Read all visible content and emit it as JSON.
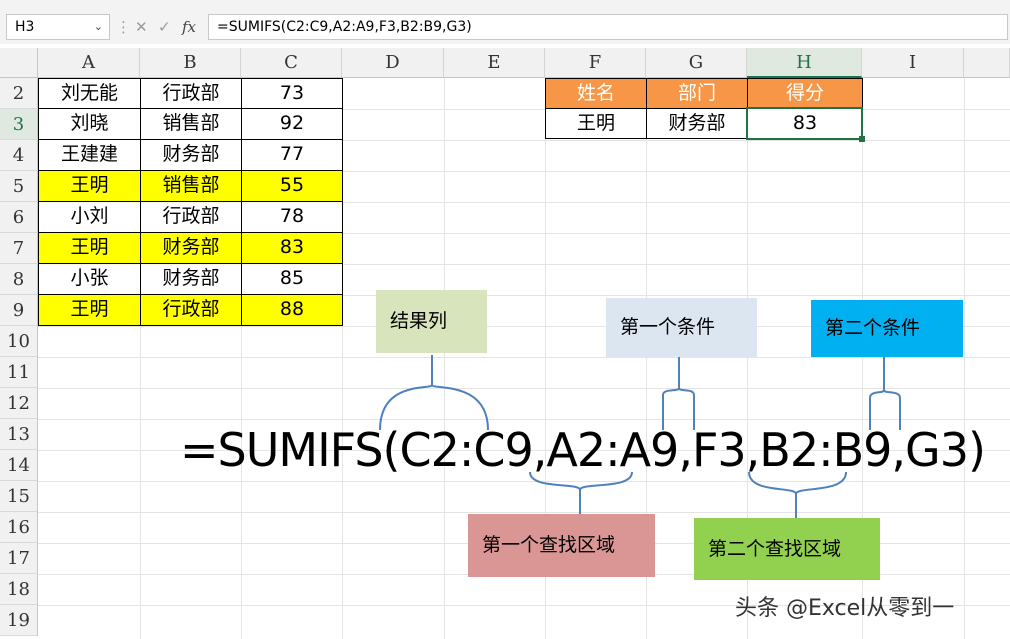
{
  "formula_bar": {
    "name_box": "H3",
    "cancel_icon": "✕",
    "enter_icon": "✓",
    "fx_icon": "fx",
    "formula": "=SUMIFS(C2:C9,A2:A9,F3,B2:B9,G3)"
  },
  "columns": [
    "A",
    "B",
    "C",
    "D",
    "E",
    "F",
    "G",
    "H",
    "I"
  ],
  "rows": [
    "2",
    "3",
    "4",
    "5",
    "6",
    "7",
    "8",
    "9",
    "10",
    "11",
    "12",
    "13",
    "14",
    "15",
    "16",
    "17",
    "18",
    "19"
  ],
  "table": [
    {
      "name": "刘无能",
      "dept": "行政部",
      "score": "73",
      "highlight": false
    },
    {
      "name": "刘晓",
      "dept": "销售部",
      "score": "92",
      "highlight": false
    },
    {
      "name": "王建建",
      "dept": "财务部",
      "score": "77",
      "highlight": false
    },
    {
      "name": "王明",
      "dept": "销售部",
      "score": "55",
      "highlight": true
    },
    {
      "name": "小刘",
      "dept": "行政部",
      "score": "78",
      "highlight": false
    },
    {
      "name": "王明",
      "dept": "财务部",
      "score": "83",
      "highlight": true
    },
    {
      "name": "小张",
      "dept": "财务部",
      "score": "85",
      "highlight": false
    },
    {
      "name": "王明",
      "dept": "行政部",
      "score": "88",
      "highlight": true
    }
  ],
  "lookup": {
    "headers": [
      "姓名",
      "部门",
      "得分"
    ],
    "values": [
      "王明",
      "财务部",
      "83"
    ]
  },
  "annotations": {
    "result_col": "结果列",
    "cond1": "第一个条件",
    "cond2": "第二个条件",
    "range1": "第一个查找区域",
    "range2": "第二个查找区域",
    "big_formula": "=SUMIFS(C2:C9,A2:A9,F3,B2:B9,G3)"
  },
  "watermark": "头条 @Excel从零到一",
  "colors": {
    "highlight": "#ffff00",
    "header_orange": "#f79646",
    "result_col_box": "#d8e4bc",
    "cond1_box": "#dce6f1",
    "cond2_box": "#00b0f0",
    "range1_box": "#da9694",
    "range2_box": "#92d050",
    "bracket": "#4f81bd"
  }
}
